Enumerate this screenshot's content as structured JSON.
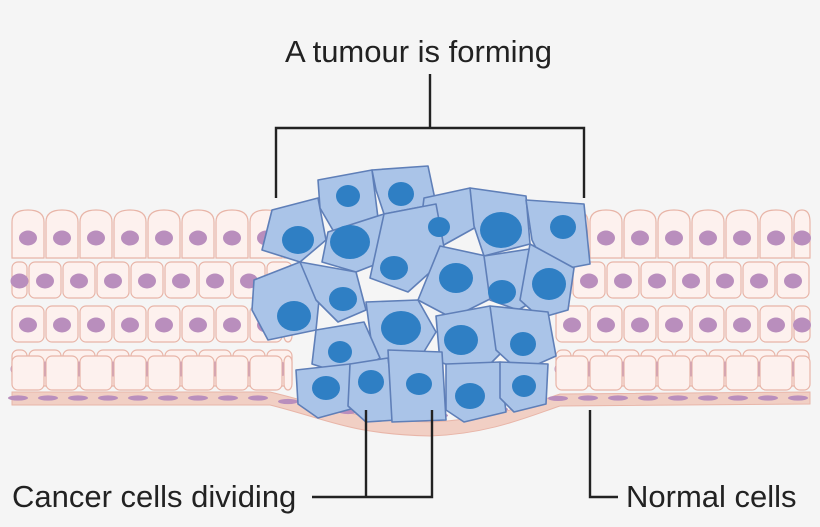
{
  "labels": {
    "tumour": "A tumour is forming",
    "cancer_cells": "Cancer cells dividing",
    "normal_cells": "Normal cells"
  },
  "colors": {
    "background": "#f5f5f5",
    "normal_cell_fill": "#fdf1ee",
    "normal_cell_outline": "#e8b5a8",
    "normal_nucleus": "#b98ebd",
    "basement_membrane": "#f1cfc4",
    "tumour_cell_fill": "#aac4e8",
    "tumour_cell_outline": "#5f7fb8",
    "tumour_nucleus": "#2f7fc4",
    "leader_line": "#222222"
  }
}
